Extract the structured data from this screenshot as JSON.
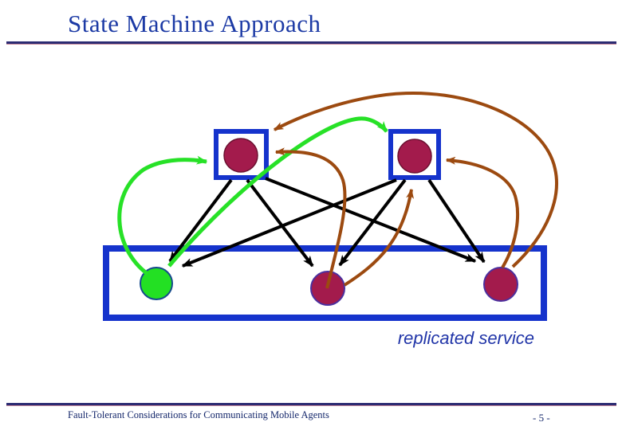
{
  "title": "State Machine Approach",
  "diagram": {
    "caption": "replicated service",
    "nodes": [
      {
        "id": "agent-left",
        "kind": "agent-box",
        "fill": "crimson-circle-in-blue-box"
      },
      {
        "id": "agent-right",
        "kind": "agent-box",
        "fill": "crimson-circle-in-blue-box"
      },
      {
        "id": "replica-green",
        "kind": "replica-circle",
        "variant": "green"
      },
      {
        "id": "replica-middle",
        "kind": "replica-circle",
        "variant": "crimson"
      },
      {
        "id": "replica-right",
        "kind": "replica-circle",
        "variant": "crimson"
      }
    ],
    "edges": [
      {
        "from": "agent-left",
        "to": "replica-green",
        "color": "black"
      },
      {
        "from": "agent-left",
        "to": "replica-middle",
        "color": "black"
      },
      {
        "from": "agent-left",
        "to": "replica-right",
        "color": "black"
      },
      {
        "from": "agent-right",
        "to": "replica-green",
        "color": "black"
      },
      {
        "from": "agent-right",
        "to": "replica-middle",
        "color": "black"
      },
      {
        "from": "agent-right",
        "to": "replica-right",
        "color": "black"
      },
      {
        "from": "replica-green",
        "to": "agent-left",
        "color": "green"
      },
      {
        "from": "replica-green",
        "to": "agent-right",
        "color": "green"
      },
      {
        "from": "replica-middle",
        "to": "agent-left",
        "color": "brown"
      },
      {
        "from": "replica-middle",
        "to": "agent-right",
        "color": "brown"
      },
      {
        "from": "replica-right",
        "to": "agent-left",
        "color": "brown"
      },
      {
        "from": "replica-right",
        "to": "agent-right",
        "color": "brown"
      }
    ]
  },
  "footer": {
    "left": "Fault-Tolerant Considerations for Communicating Mobile Agents",
    "right": "- 5 -"
  },
  "colors": {
    "title_text": "#1c3aa5",
    "rule_navy": "#2b2b72",
    "rule_pink": "#c98b9b",
    "box_blue": "#1533cc",
    "crimson_fill": "#a31b4c",
    "crimson_edge_top": "#6b1030",
    "crimson_edge_bottom": "#4b2f9e",
    "green_fill": "#23e023",
    "green_edge": "#164a8c",
    "black_arrow": "#000000",
    "green_arrow": "#27e127",
    "brown_arrow": "#9c4a10",
    "caption_text": "#2135a8",
    "footer_text": "#14276b"
  }
}
